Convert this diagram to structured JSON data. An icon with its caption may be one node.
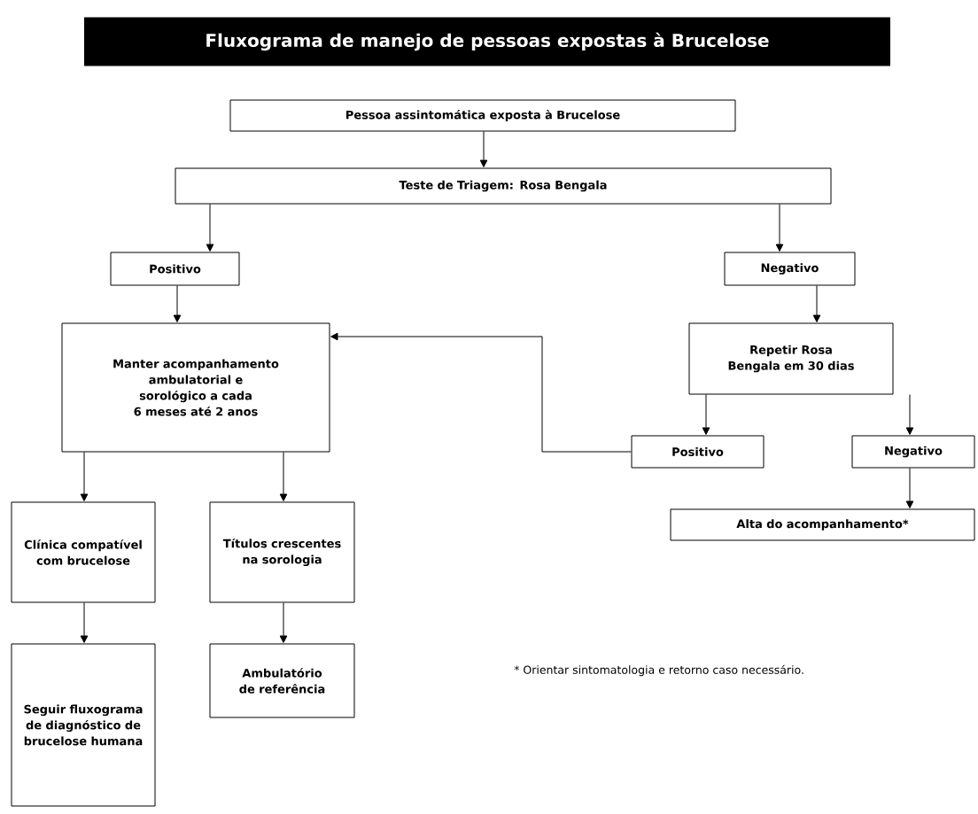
{
  "diagram": {
    "title": "Fluxograma de manejo de pessoas expostas à Brucelose",
    "nodes": [
      {
        "text": [
          "Pessoa assintomática exposta à Brucelose"
        ]
      },
      {
        "text": [
          "Teste de Triagem: Rosa Bengala"
        ]
      },
      {
        "text": [
          "Positivo"
        ]
      },
      {
        "text": [
          "Negativo"
        ]
      },
      {
        "text": [
          "Manter acompanhamento ambulatorial e sorológico a cada 6 meses até 2 anos"
        ]
      },
      {
        "text": [
          "Repetir Rosa Bengala em 30 dias"
        ]
      },
      {
        "text": [
          "Positivo"
        ]
      },
      {
        "text": [
          "Negativo"
        ]
      },
      {
        "text": [
          "Alta do acompanhamento*"
        ]
      },
      {
        "text": [
          "Clínica compatível com brucelose"
        ]
      },
      {
        "text": [
          "Títulos crescentes na sorologia"
        ]
      },
      {
        "text": [
          "Seguir fluxograma de diagnóstico de brucelose humana"
        ]
      },
      {
        "text": [
          "Ambulatório de referência"
        ]
      }
    ],
    "edges": [
      {
        "from": 0,
        "to": 1,
        "arrow": "to"
      },
      {
        "from": 1,
        "to": 2,
        "arrow": "to"
      },
      {
        "from": 1,
        "to": 3,
        "arrow": "to"
      },
      {
        "from": 2,
        "to": 4,
        "arrow": "to"
      },
      {
        "from": 3,
        "to": 5,
        "arrow": "to"
      },
      {
        "from": 5,
        "to": 6,
        "arrow": "to"
      },
      {
        "from": 5,
        "to": 7,
        "arrow": "to"
      },
      {
        "from": 6,
        "to": 4,
        "arrow": "to"
      },
      {
        "from": 7,
        "to": 8,
        "arrow": "to"
      },
      {
        "from": 4,
        "to": 9,
        "arrow": "to"
      },
      {
        "from": 4,
        "to": 10,
        "arrow": "to"
      },
      {
        "from": 9,
        "to": 11,
        "arrow": "to"
      },
      {
        "from": 10,
        "to": 12,
        "arrow": "to"
      }
    ],
    "labels": [
      "* Orientar sintomatologia e retorno caso necessário."
    ]
  }
}
